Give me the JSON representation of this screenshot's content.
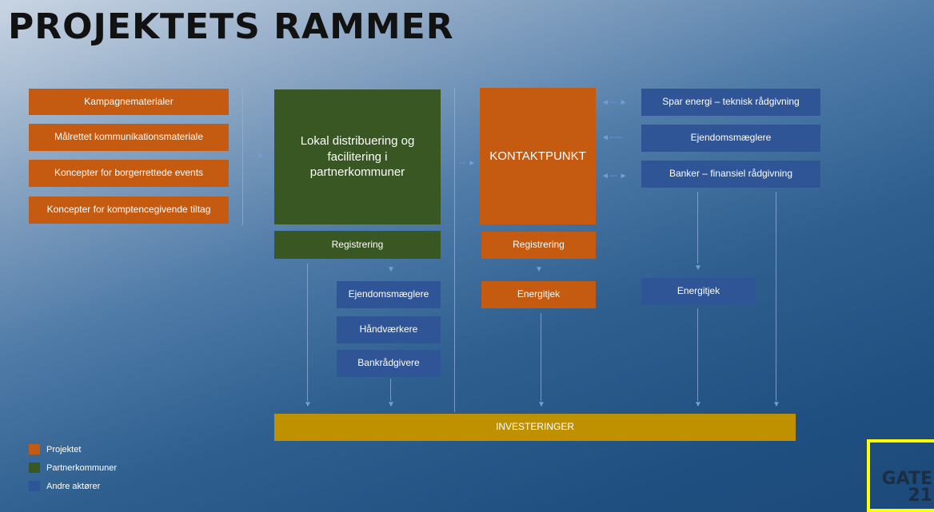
{
  "title": "PROJEKTETS RAMMER",
  "left_column": [
    "Kampagnematerialer",
    "Målrettet kommunikationsmateriale",
    "Koncepter for borgerrettede events",
    "Koncepter for komptencegivende tiltag"
  ],
  "green_center": {
    "main": "Lokal distribuering og facilitering i partnerkommuner",
    "registration": "Registrering",
    "sub_boxes": [
      "Ejendomsmæglere",
      "Håndværkere",
      "Bankrådgivere"
    ]
  },
  "contact": {
    "main": "KONTAKTPUNKT",
    "registration": "Registrering",
    "energitjek": "Energitjek"
  },
  "right_column": [
    "Spar energi – teknisk rådgivning",
    "Ejendomsmæglere",
    "Banker – finansiel rådgivning"
  ],
  "right_energitjek": "Energitjek",
  "investments": "INVESTERINGER",
  "legend": [
    {
      "label": "Projektet",
      "color": "#c55a11"
    },
    {
      "label": "Partnerkommuner",
      "color": "#385723"
    },
    {
      "label": "Andre aktører",
      "color": "#2f5597"
    }
  ],
  "logo": {
    "line1": "GATE",
    "line2": "21",
    "border_color": "#ffff00"
  }
}
